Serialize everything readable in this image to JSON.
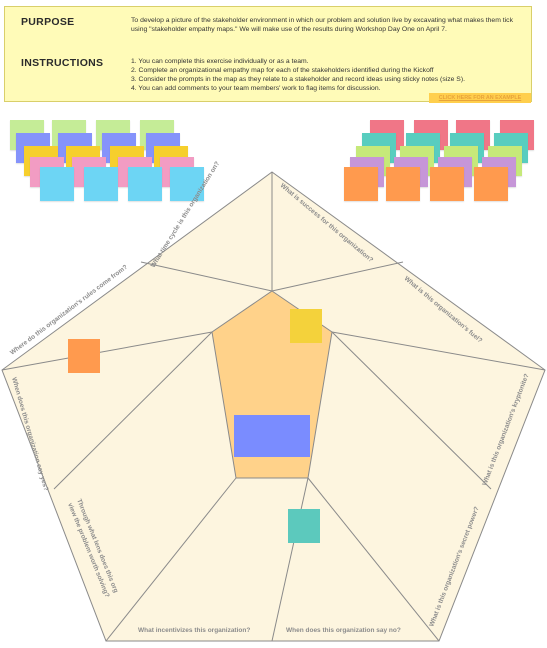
{
  "header": {
    "purpose_label": "PURPOSE",
    "purpose_text": "To develop a picture of the stakeholder environment in which our problem and solution live by excavating what makes them tick using \"stakeholder empathy maps.\" We will make use of the results during Workshop Day One on April 7.",
    "instructions_label": "INSTRUCTIONS",
    "instructions": [
      "1. You can complete this exercise individually or as a team.",
      "2. Complete an organizational empathy map for each of the stakeholders identified during the Kickoff",
      "3. Consider the prompts in the map as they relate to a stakeholder and record ideas using sticky notes (size S).",
      "4. You can add comments to your team members' work to flag items for discussion."
    ],
    "example_link": "CLICK HERE FOR AN EXAMPLE"
  },
  "map": {
    "prompts": {
      "time_cycle": "What time cycle is this organization on?",
      "success": "What is success for this organization?",
      "fuel": "What is this organization's fuel?",
      "rules": "Where do this organization's rules come from?",
      "say_yes": "When does this organization say yes?",
      "kryptonite": "What is this organization's kryptonite?",
      "lens_line1": "Through what lens does this org",
      "lens_line2": "view the problem worth solving?",
      "secret_power": "What is this organization's secret power?",
      "incentivizes": "What incentivizes this organization?",
      "say_no": "When does this organization say no?"
    }
  },
  "colors": {
    "header_bg": "#fffbb8",
    "segment_fill": "#fdf5df",
    "center_fill": "#ffd28a",
    "note_orange": "#ff9a4e",
    "note_yellow": "#f4d23b",
    "note_teal": "#5cc9bd",
    "note_blue": "#7a8cff"
  }
}
